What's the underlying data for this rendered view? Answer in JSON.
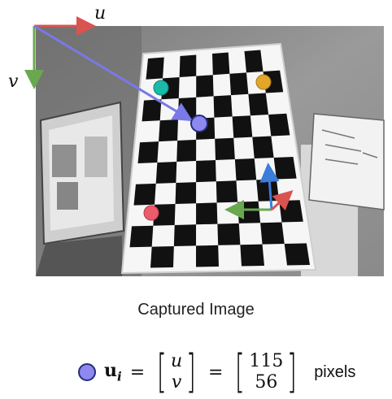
{
  "axes": {
    "u_label": "u",
    "v_label": "v"
  },
  "caption": "Captured Image",
  "equation": {
    "lhs_symbol": "u",
    "lhs_subscript": "i",
    "equals": "=",
    "vector_components": [
      "u",
      "v"
    ],
    "value_components": [
      "115",
      "56"
    ],
    "unit": "pixels"
  },
  "colors": {
    "u_axis": "#d9534f",
    "v_axis": "#6aa84f",
    "pointer_arrow": "#7b78e8",
    "point_selected": "#8e88f0",
    "point_teal": "#1abaa8",
    "point_orange": "#e2a629",
    "point_red": "#ec5b6c"
  }
}
